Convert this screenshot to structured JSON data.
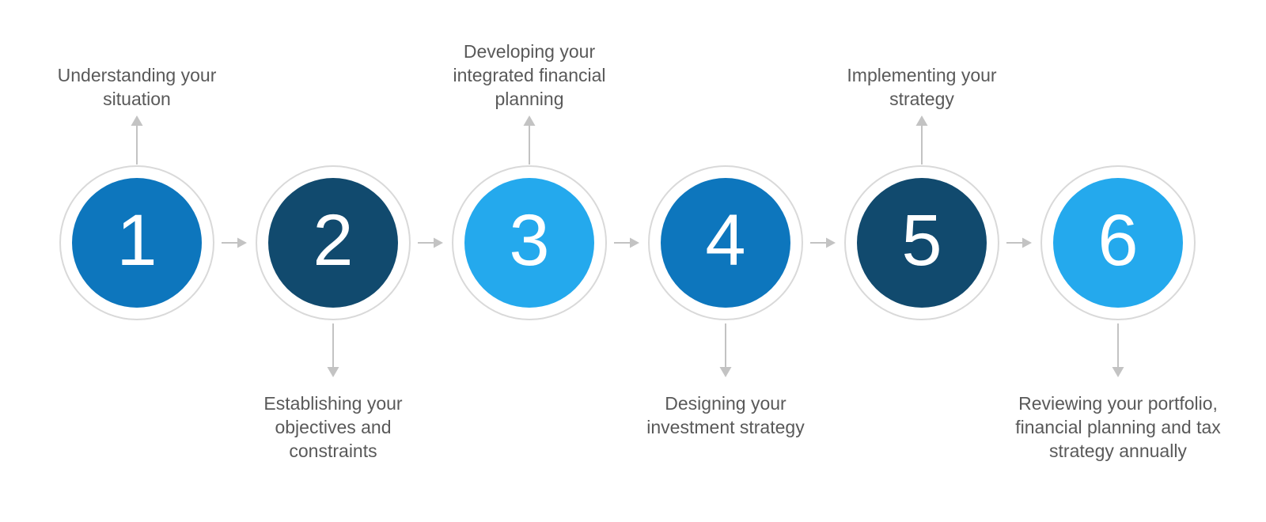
{
  "diagram": {
    "type": "process-flow",
    "step_count": 6,
    "steps": [
      {
        "number": "1",
        "label": "Understanding your\nsituation",
        "label_position": "above",
        "color": "#0d76bd"
      },
      {
        "number": "2",
        "label": "Establishing your\nobjectives and\nconstraints",
        "label_position": "below",
        "color": "#114a6e"
      },
      {
        "number": "3",
        "label": "Developing your\nintegrated financial\nplanning",
        "label_position": "above",
        "color": "#24a9ed"
      },
      {
        "number": "4",
        "label": "Designing your\ninvestment strategy",
        "label_position": "below",
        "color": "#0d76bd"
      },
      {
        "number": "5",
        "label": "Implementing your\nstrategy",
        "label_position": "above",
        "color": "#114a6e"
      },
      {
        "number": "6",
        "label": "Reviewing your portfolio,\nfinancial planning and tax\nstrategy annually",
        "label_position": "below",
        "color": "#24a9ed"
      }
    ],
    "colors": {
      "medium_blue": "#0d76bd",
      "dark_navy_blue": "#114a6e",
      "sky_blue": "#24a9ed",
      "ring_gray": "#d9d9d9",
      "arrow_gray": "#c3c3c3",
      "label_gray": "#595959",
      "number_text": "#ffffff",
      "background": "#ffffff"
    }
  }
}
